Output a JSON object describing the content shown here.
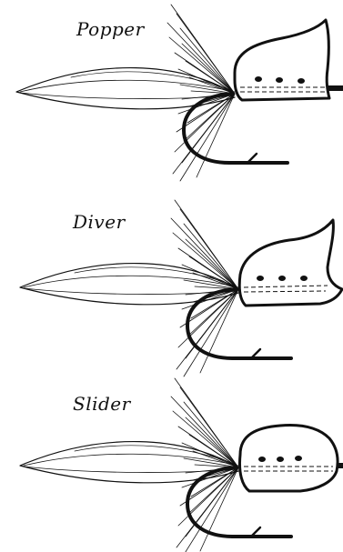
{
  "labels": {
    "popper": "Popper",
    "diver": "Diver",
    "slider": "Slider"
  },
  "colors": {
    "ink": "#111111",
    "paper": "#ffffff"
  }
}
